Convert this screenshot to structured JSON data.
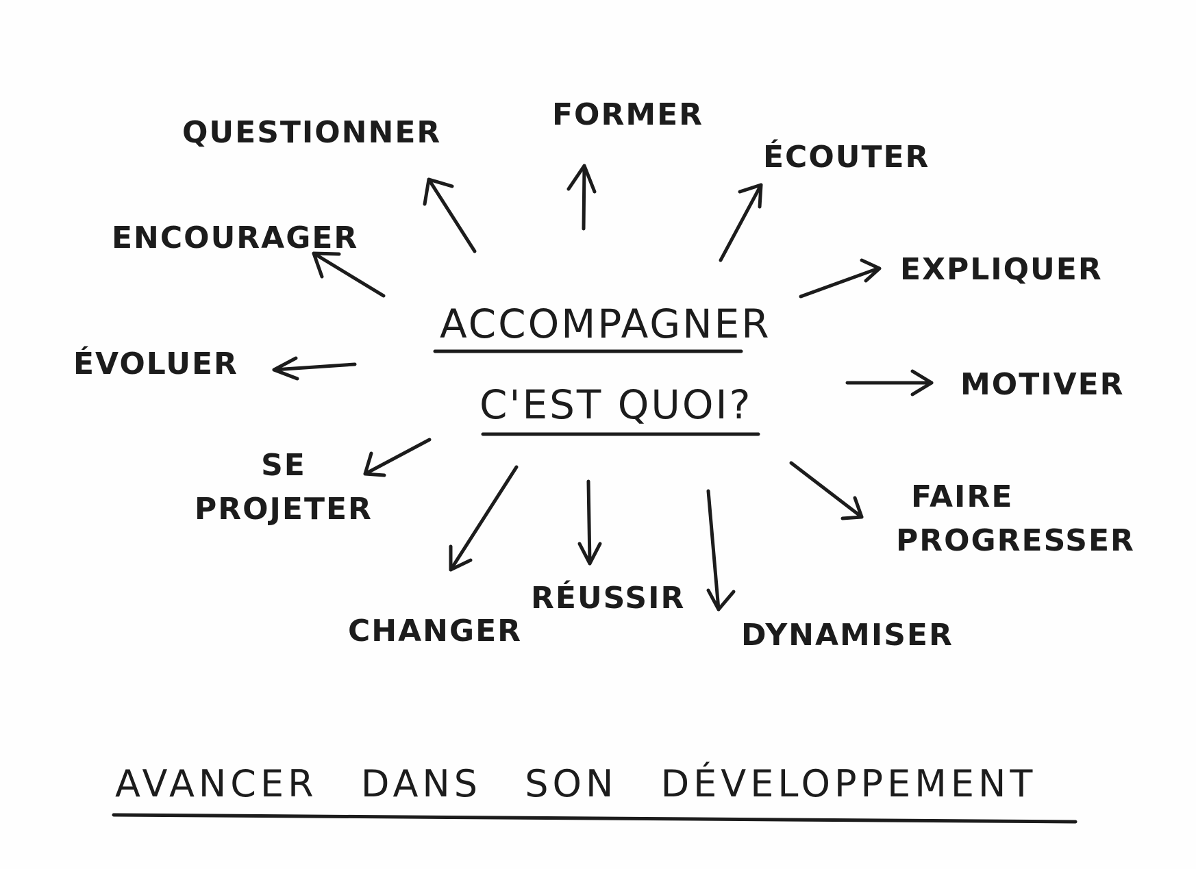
{
  "center": {
    "line1": "ACCOMPAGNER",
    "line2": "C'EST QUOI?"
  },
  "words": {
    "questionner": "QUESTIONNER",
    "former": "FORMER",
    "ecouter": "ÉCOUTER",
    "encourager": "ENCOURAGER",
    "expliquer": "EXPLIQUER",
    "evoluer": "ÉVOLUER",
    "motiver": "MOTIVER",
    "se_projeter_1": "SE",
    "se_projeter_2": "PROJETER",
    "faire_progresser_1": "FAIRE",
    "faire_progresser_2": "PROGRESSER",
    "changer": "CHANGER",
    "reussir": "RÉUSSIR",
    "dynamiser": "DYNAMISER"
  },
  "footer": "AVANCER DANS SON DÉVELOPPEMENT",
  "colors": {
    "ink": "#1c1c1c",
    "paper": "#fefefe"
  }
}
